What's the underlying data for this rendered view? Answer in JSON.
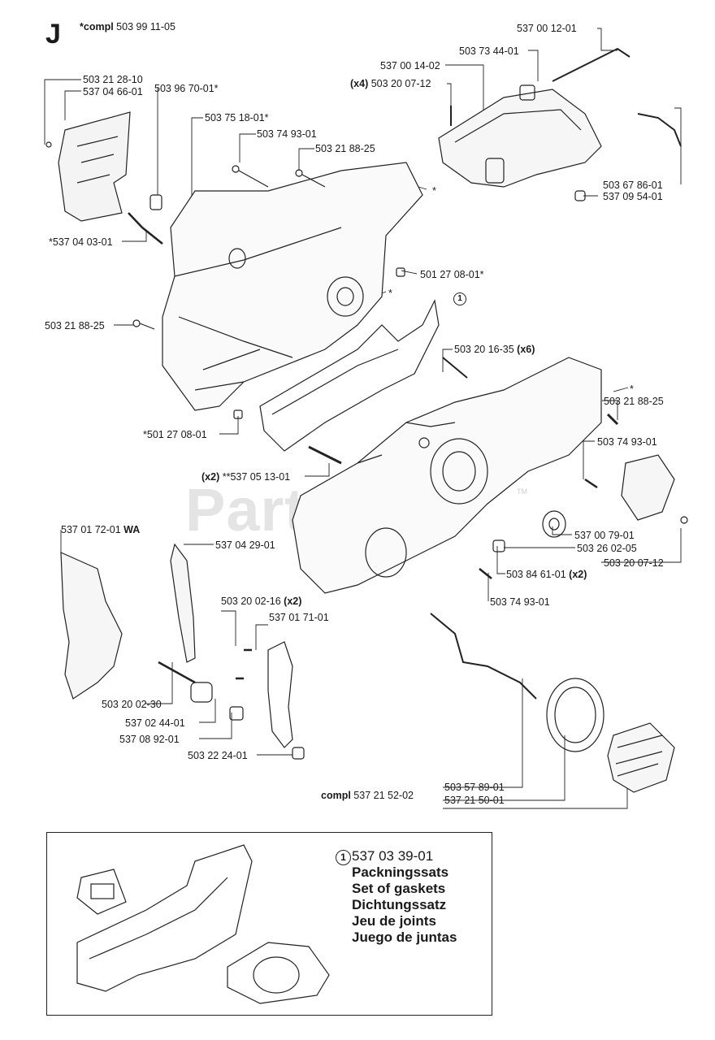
{
  "header": {
    "section": "J",
    "compl_label": "*compl",
    "compl_part": "503 99 11-05"
  },
  "watermark": {
    "text": "PartsTree",
    "tm": "TM"
  },
  "callouts": {
    "kit_marker": "1"
  },
  "labels": {
    "p5037012": "537 00 12-01",
    "p5037344": "503 73 44-01",
    "p5370014": "537 00 14-02",
    "x4": "(x4)",
    "p5032007_12a": "503 20 07-12",
    "p5032128_10": "503 21 28-10",
    "p5370466": "537 04 66-01",
    "p5039670": "503 96 70-01*",
    "p5037518": "503 75 18-01*",
    "p5037493a": "503 74 93-01",
    "p5032188a": "503 21 88-25",
    "star1": "*",
    "p5370403": "*537 04 03-01",
    "p5012708a": "501 27 08-01*",
    "star2": "*",
    "p5036786": "503 67 86-01",
    "p5370954": "537 09 54-01",
    "p5032188b": "503 21 88-25",
    "p5032016": "503 20 16-35",
    "x6": "(x6)",
    "star3": "*",
    "p5032188c": "503 21 88-25",
    "p5012708b": "*501 27 08-01",
    "p5037493b": "503 74 93-01",
    "x2a": "(x2)",
    "p5370513": "**537 05 13-01",
    "p5370079": "537 00 79-01",
    "p5032602": "503 26 02-05",
    "p5032007_12b": "503 20 07-12",
    "p5370172": "537 01 72-01",
    "wa": "WA",
    "p5370429": "537 04 29-01",
    "p5038461": "503 84 61-01",
    "x2b": "(x2)",
    "p5037493c": "503 74 93-01",
    "p5032002_16": "503 20 02-16",
    "x2c": "(x2)",
    "p5370171": "537 01 71-01",
    "p5032002_30": "503 20 02-30",
    "p5370244": "537 02 44-01",
    "p5370892": "537 08 92-01",
    "p5032224": "503 22 24-01",
    "compl2": "compl",
    "p5372152": "537 21 52-02",
    "p5035789": "503 57 89-01",
    "p5372150": "537 21 50-01"
  },
  "kit": {
    "marker": "1",
    "part": "537 03 39-01",
    "descriptions": [
      "Packningssats",
      "Set of gaskets",
      "Dichtungssatz",
      "Jeu de joints",
      "Juego de juntas"
    ]
  }
}
